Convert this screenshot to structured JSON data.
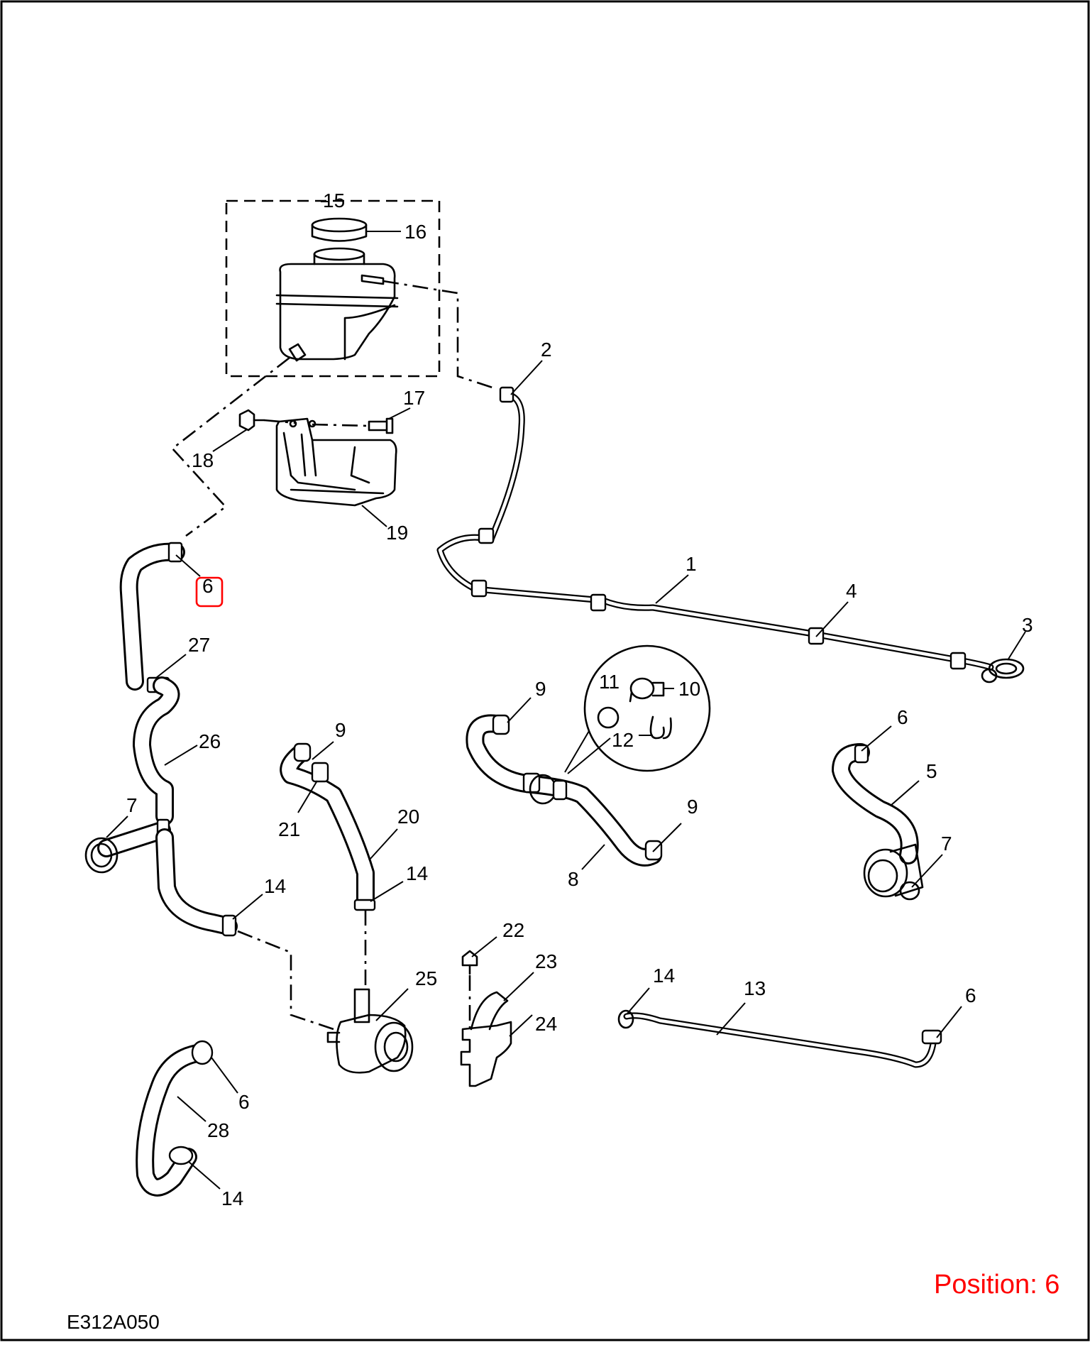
{
  "diagram_code": "E312A050",
  "position_label": "Position: 6",
  "highlight_color": "#ff0000",
  "callouts": {
    "c15": "15",
    "c16": "16",
    "c17": "17",
    "c18": "18",
    "c19": "19",
    "c2": "2",
    "c1": "1",
    "c4": "4",
    "c3": "3",
    "c6a": "6",
    "c27": "27",
    "c26": "26",
    "c7a": "7",
    "c14a": "14",
    "c9a": "9",
    "c21": "21",
    "c20": "20",
    "c14b": "14",
    "c11": "11",
    "c10": "10",
    "c12": "12",
    "c9b": "9",
    "c9c": "9",
    "c8": "8",
    "c6b": "6",
    "c5": "5",
    "c7b": "7",
    "c22": "22",
    "c23": "23",
    "c24": "24",
    "c25": "25",
    "c14c": "14",
    "c13": "13",
    "c6c": "6",
    "c6d": "6",
    "c28": "28",
    "c14d": "14"
  }
}
